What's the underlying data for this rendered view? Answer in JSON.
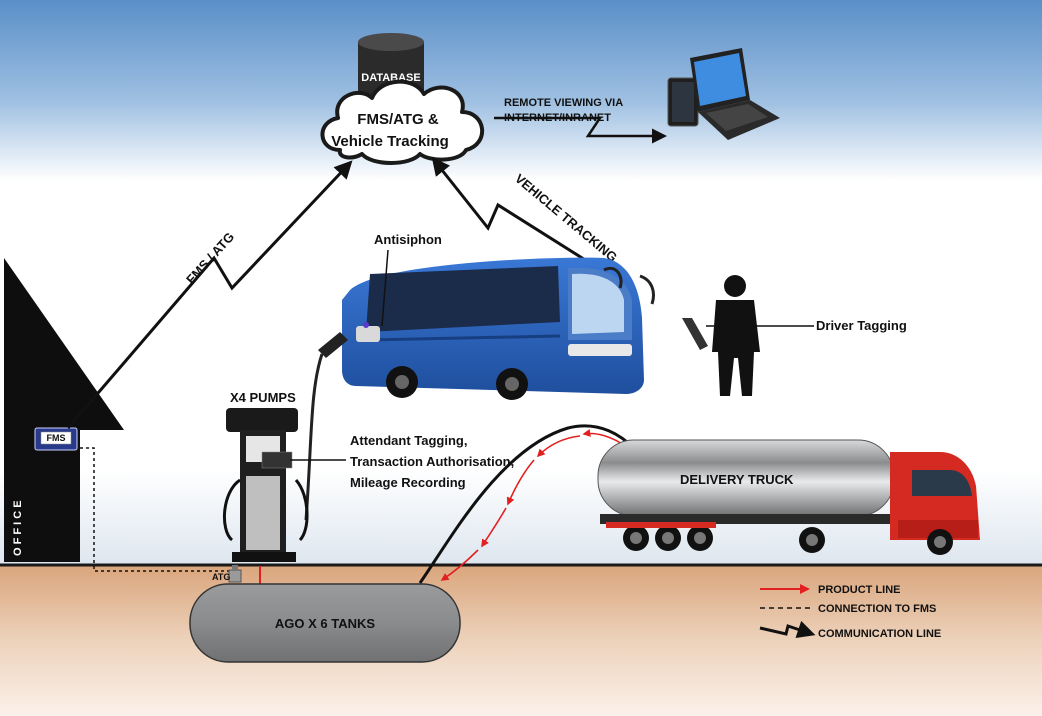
{
  "labels": {
    "database": "DATABASE",
    "cloud_line1": "FMS/ATG &",
    "cloud_line2": "Vehicle Tracking",
    "remote_line1": "REMOTE VIEWING VIA",
    "remote_line2": "INTERNET/INRANET",
    "fms_atg_link": "FMS / ATG",
    "vehicle_tracking_link": "VEHICLE TRACKING",
    "antisiphon": "Antisiphon",
    "driver_tagging": "Driver Tagging",
    "pumps": "X4 PUMPS",
    "attendant_line1": "Attendant Tagging,",
    "attendant_line2": "Transaction Authorisation,",
    "attendant_line3": "Mileage Recording",
    "delivery_truck": "DELIVERY TRUCK",
    "office": "O F F I C E",
    "fms_box": "FMS",
    "atg": "ATG",
    "tanks": "AGO X 6 TANKS"
  },
  "legend": [
    {
      "label": "PRODUCT LINE",
      "style": "red-arrow"
    },
    {
      "label": "CONNECTION TO FMS",
      "style": "dashed"
    },
    {
      "label": "COMMUNICATION LINE",
      "style": "zigzag"
    }
  ],
  "colors": {
    "sky_top": "#5a8fc8",
    "ground": "#e2b48f",
    "bus": "#2a64c0",
    "truck_cab": "#d42a22",
    "tank": "#8e8f91",
    "product_line": "#e32020",
    "fms_box": "#2a3a8a"
  }
}
